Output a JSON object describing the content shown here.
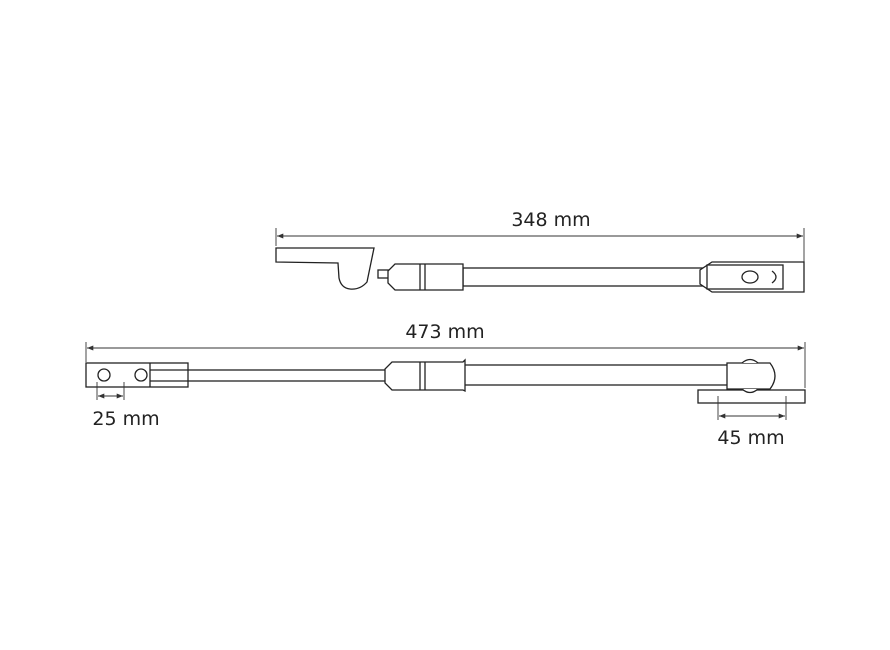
{
  "dimensions": {
    "short_stay_length": "348 mm",
    "long_stay_length": "473 mm",
    "hole_spacing": "25 mm",
    "plate_width": "45 mm"
  },
  "colors": {
    "line": "#222222",
    "background": "#ffffff"
  }
}
